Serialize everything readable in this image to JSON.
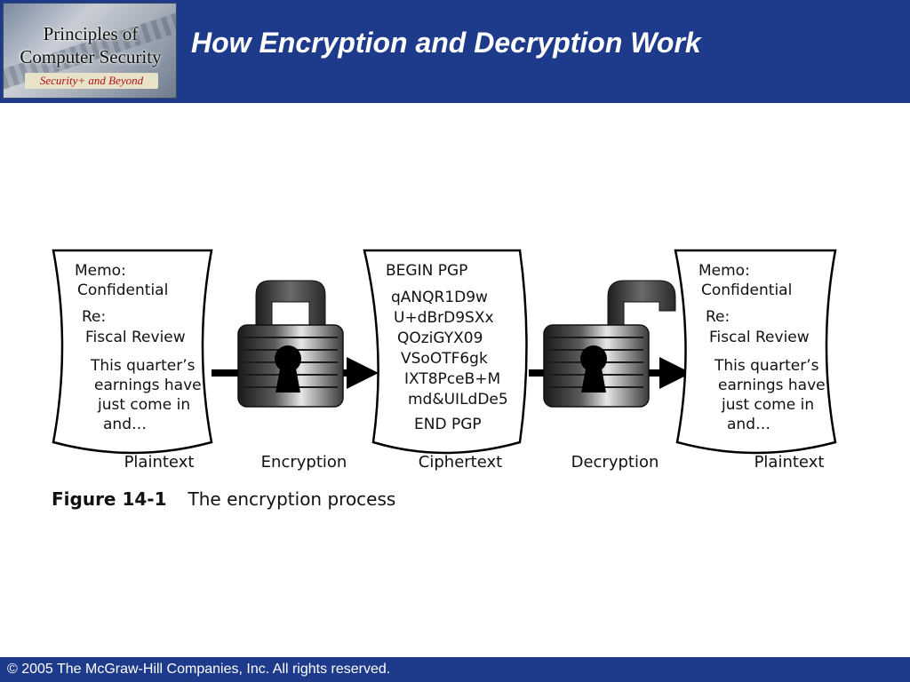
{
  "header": {
    "logo": {
      "line1": "Principles of",
      "line2": "Computer Security",
      "line3": "Security+ and Beyond"
    },
    "title": "How Encryption and Decryption Work"
  },
  "diagram": {
    "plaintext_in": [
      "Memo:",
      "Confidential",
      "Re:",
      "Fiscal Review",
      "This quarter’s",
      "earnings have",
      "just come in",
      "and…"
    ],
    "ciphertext": [
      "BEGIN PGP",
      "qANQR1D9w",
      "U+dBrD9SXx",
      "QOziGYX09",
      "VSoOTF6gk",
      "IXT8PceB+M",
      "md&UILdDe5",
      "END PGP"
    ],
    "plaintext_out": [
      "Memo:",
      "Confidential",
      "Re:",
      "Fiscal Review",
      "This quarter’s",
      "earnings have",
      "just come in",
      "and…"
    ],
    "labels": {
      "plaintext_left": "Plaintext",
      "encryption": "Encryption",
      "ciphertext": "Ciphertext",
      "decryption": "Decryption",
      "plaintext_right": "Plaintext"
    }
  },
  "caption": {
    "number": "Figure 14-1",
    "text": "The encryption process"
  },
  "footer": {
    "copyright": "© 2005 The McGraw-Hill Companies, Inc. All rights reserved."
  },
  "colors": {
    "banner": "#1e3a8a",
    "lock_dark": "#2b2b2b",
    "lock_light": "#d9d9d9"
  }
}
